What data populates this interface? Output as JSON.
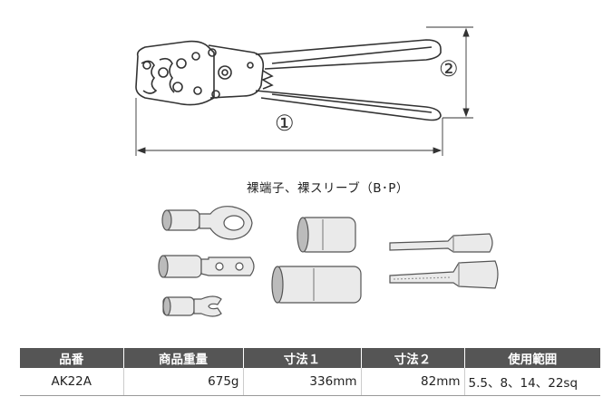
{
  "drawing": {
    "dimension_1_label": "①",
    "dimension_2_label": "②"
  },
  "terminals": {
    "caption": "裸端子、裸スリーブ（B･P）"
  },
  "spec_table": {
    "headers": [
      "品番",
      "商品重量",
      "寸法１",
      "寸法２",
      "使用範囲"
    ],
    "rows": [
      [
        "AK22A",
        "675g",
        "336mm",
        "82mm",
        "5.5、8、14、22sq"
      ]
    ]
  },
  "colors": {
    "header_bg": "#555555",
    "header_text": "#ffffff",
    "line": "#333333"
  }
}
